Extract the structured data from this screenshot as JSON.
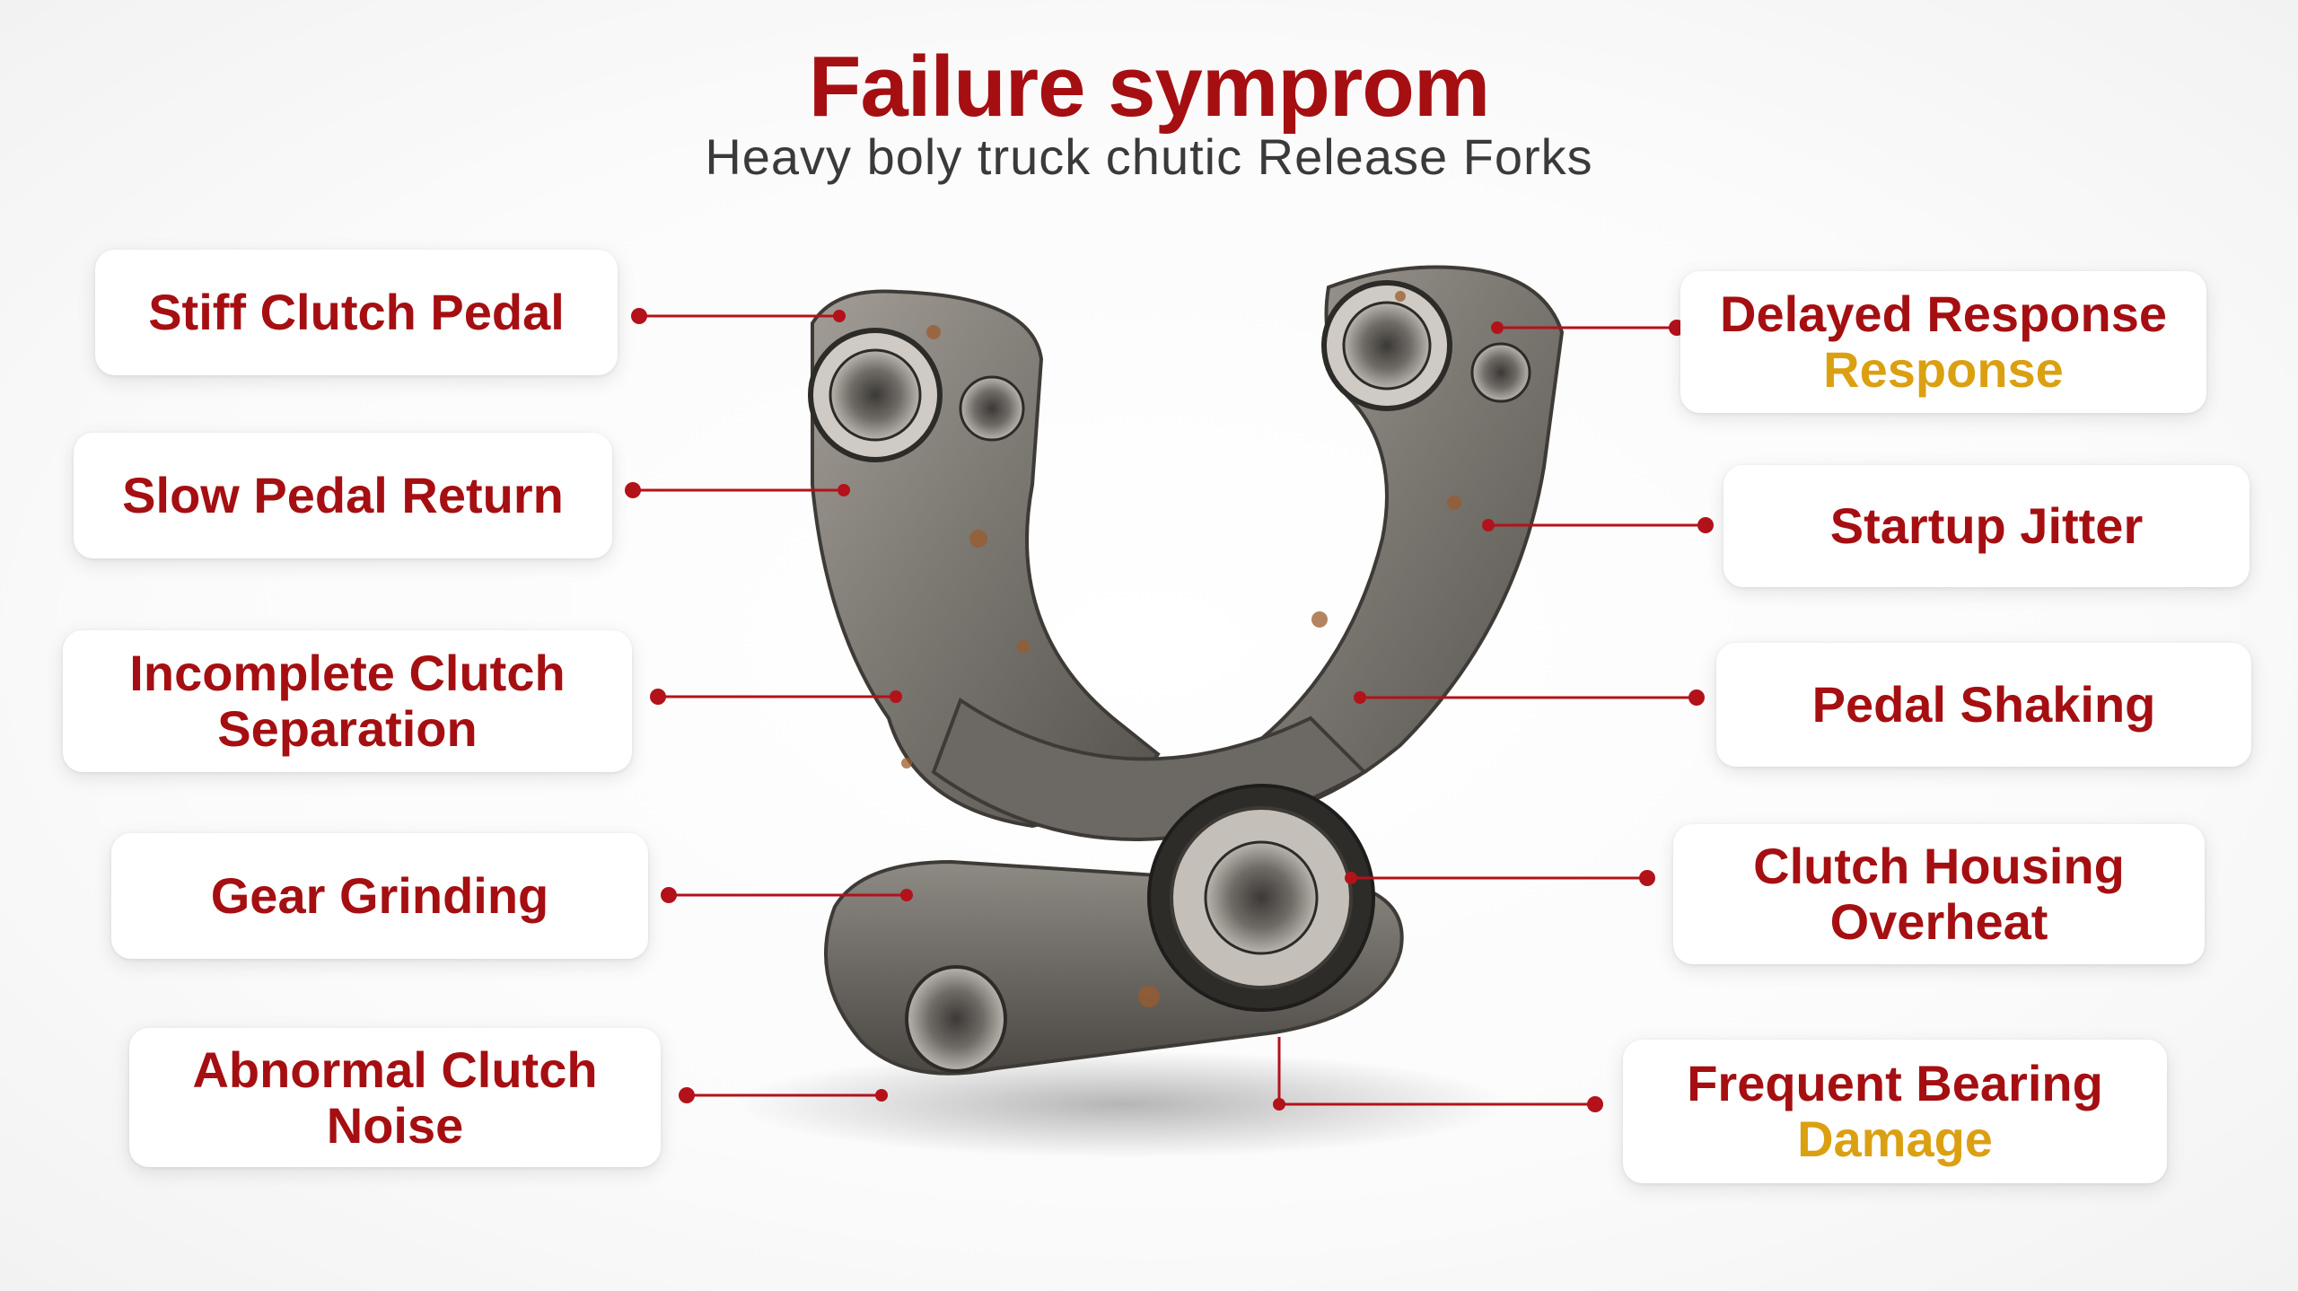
{
  "header": {
    "title": "Failure symprom",
    "subtitle": "Heavy boly truck chutic  Release Forks"
  },
  "colors": {
    "label_text": "#a50f12",
    "accent_text": "#dba012",
    "leader_line": "#b3121a",
    "metal": "#7a7670"
  },
  "part_image": {
    "icon": "clutch-release-fork-image"
  },
  "left_labels": [
    {
      "line1": "Stiff Clutch Pedal",
      "line2": ""
    },
    {
      "line1": "Slow Pedal Return",
      "line2": ""
    },
    {
      "line1": "Incomplete Clutch",
      "line2": "Separation"
    },
    {
      "line1": "Gear Grinding",
      "line2": ""
    },
    {
      "line1": "Abnormal Clutch",
      "line2": "Noise"
    }
  ],
  "right_labels": [
    {
      "line1": "Delayed Response",
      "line2": "Response",
      "line2_accent": true
    },
    {
      "line1": "Startup Jitter",
      "line2": ""
    },
    {
      "line1": "Pedal Shaking",
      "line2": ""
    },
    {
      "line1": "Clutch Housing",
      "line2": "Overheat"
    },
    {
      "line1": "Frequent Bearing",
      "line2": "Damage",
      "line2_accent": true
    }
  ]
}
